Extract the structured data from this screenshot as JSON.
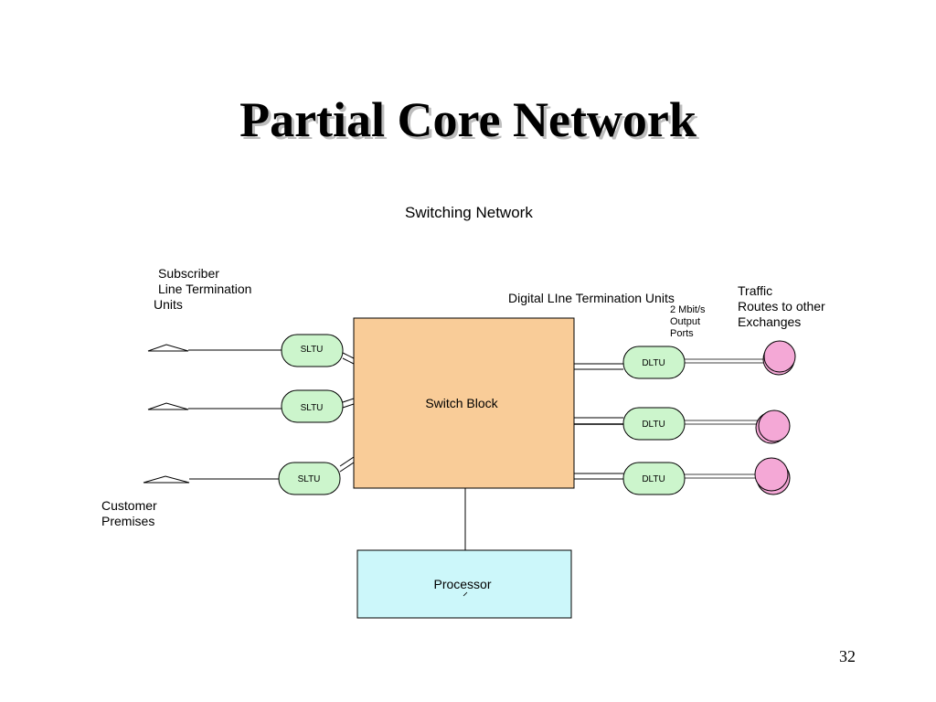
{
  "slide": {
    "title": "Partial Core Network",
    "page_number": "32"
  },
  "labels": {
    "switching_network": "Switching Network",
    "subscriber_line_1": "Subscriber",
    "subscriber_line_2": "Line Termination",
    "subscriber_line_3": "Units",
    "digital_line_units": "Digital LIne Termination Units",
    "output_ports_1": "2 Mbit/s",
    "output_ports_2": "Output",
    "output_ports_3": "Ports",
    "traffic_1": "Traffic",
    "traffic_2": "Routes to other",
    "traffic_3": "Exchanges",
    "customer_1": "Customer",
    "customer_2": "Premises"
  },
  "blocks": {
    "switch_block": "Switch Block",
    "processor": "Processor"
  },
  "sltu_units": [
    "SLTU",
    "SLTU",
    "SLTU"
  ],
  "dltu_units": [
    "DLTU",
    "DLTU",
    "DLTU"
  ],
  "colors": {
    "switch_block_fill": "#f9cc98",
    "processor_fill": "#ccf7fa",
    "unit_fill": "#ccf5cc",
    "exchange_fill": "#f4a8d6",
    "line": "#000000"
  }
}
